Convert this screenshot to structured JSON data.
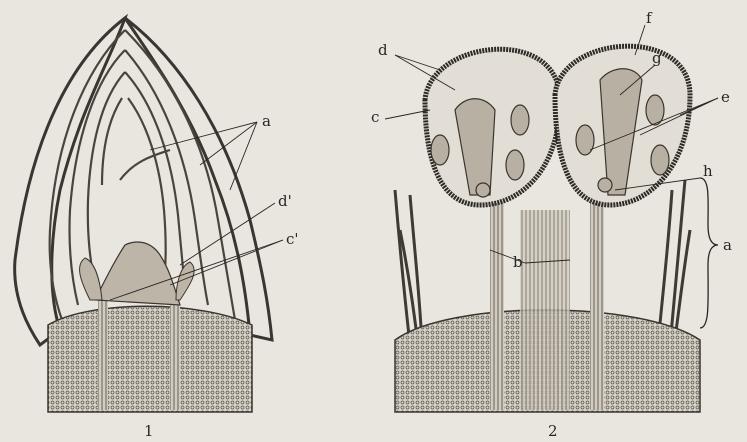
{
  "figures": [
    {
      "number": "1",
      "labels": [
        "a",
        "d'",
        "c'"
      ]
    },
    {
      "number": "2",
      "labels": [
        "d",
        "f",
        "g",
        "c",
        "e",
        "h",
        "b",
        "a"
      ]
    }
  ]
}
